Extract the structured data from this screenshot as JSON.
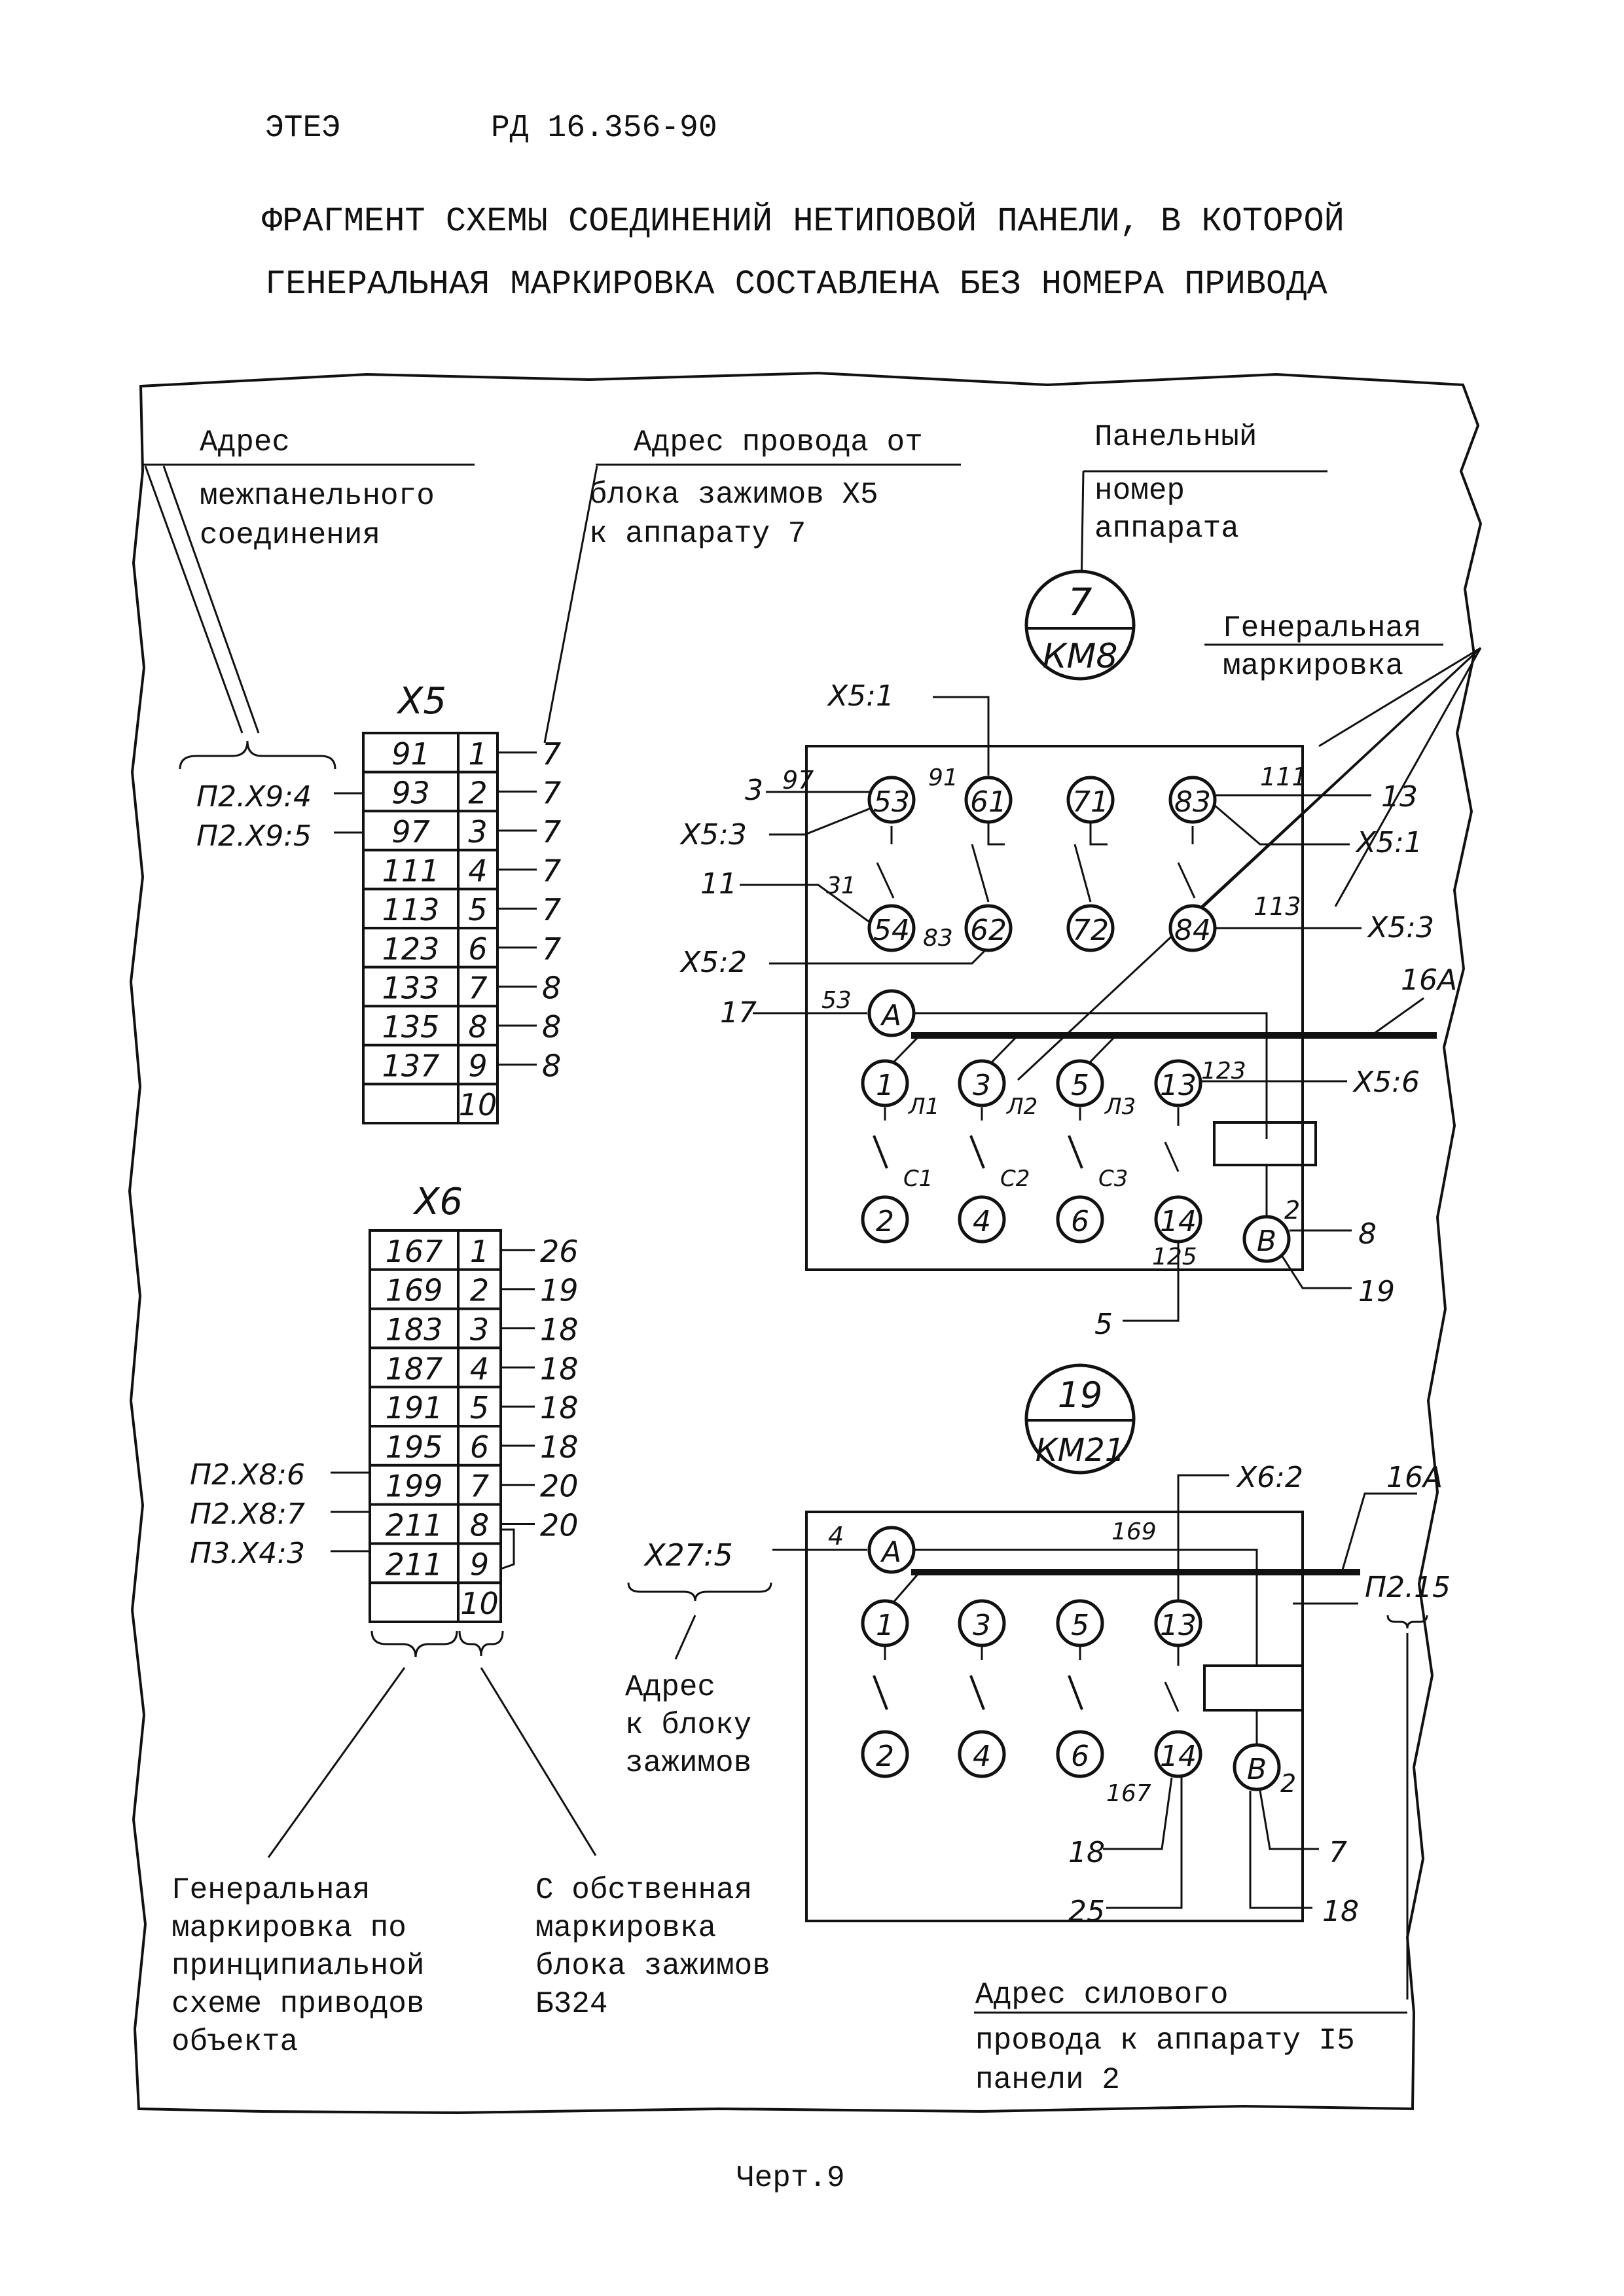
{
  "header": {
    "code_left": "ЭТЕЭ",
    "code_right": "РД 16.356-90",
    "title_line1": "ФРАГМЕНТ СХЕМЫ СОЕДИНЕНИЙ НЕТИПОВОЙ ПАНЕЛИ, В КОТОРОЙ",
    "title_line2": "ГЕНЕРАЛЬНАЯ МАРКИРОВКА СОСТАВЛЕНА БЕЗ НОМЕРА ПРИВОДА"
  },
  "annotations": {
    "interpanel_l1": "Адрес",
    "interpanel_l2": "межпанельного",
    "interpanel_l3": "соединения",
    "wire_l1": "Адрес провода от",
    "wire_l2": "блока зажимов Х5",
    "wire_l3": "к аппарату 7",
    "panel_l1": "Панельный",
    "panel_l2": "номер",
    "panel_l3": "аппарата",
    "general_l1": "Генеральная",
    "general_l2": "маркировка",
    "terminal_addr_l1": "Адрес",
    "terminal_addr_l2": "к блоку",
    "terminal_addr_l3": "зажимов",
    "gen_principal_l1": "Генеральная",
    "gen_principal_l2": "маркировка по",
    "gen_principal_l3": "принципиальной",
    "gen_principal_l4": "схеме приводов",
    "gen_principal_l5": "объекта",
    "own_mark_l1": "С обственная",
    "own_mark_l2": "маркировка",
    "own_mark_l3": "блока зажимов",
    "own_mark_l4": "Б324",
    "power_l1": "Адрес силового",
    "power_l2": "провода к аппарату I5",
    "power_l3": "панели 2"
  },
  "x5_block": {
    "label": "X5",
    "rows": [
      {
        "mark": "91",
        "num": "1",
        "out": "7"
      },
      {
        "mark": "93",
        "num": "2",
        "out": "7"
      },
      {
        "mark": "97",
        "num": "3",
        "out": "7"
      },
      {
        "mark": "111",
        "num": "4",
        "out": "7"
      },
      {
        "mark": "113",
        "num": "5",
        "out": "7"
      },
      {
        "mark": "123",
        "num": "6",
        "out": "7"
      },
      {
        "mark": "133",
        "num": "7",
        "out": "8"
      },
      {
        "mark": "135",
        "num": "8",
        "out": "8"
      },
      {
        "mark": "137",
        "num": "9",
        "out": "8"
      },
      {
        "mark": "",
        "num": "10",
        "out": ""
      }
    ],
    "left_labels": [
      "П2.Х9:4",
      "П2.Х9:5"
    ]
  },
  "x6_block": {
    "label": "X6",
    "rows": [
      {
        "mark": "167",
        "num": "1",
        "out": "26"
      },
      {
        "mark": "169",
        "num": "2",
        "out": "19"
      },
      {
        "mark": "183",
        "num": "3",
        "out": "18"
      },
      {
        "mark": "187",
        "num": "4",
        "out": "18"
      },
      {
        "mark": "191",
        "num": "5",
        "out": "18"
      },
      {
        "mark": "195",
        "num": "6",
        "out": "18"
      },
      {
        "mark": "199",
        "num": "7",
        "out": "20"
      },
      {
        "mark": "211",
        "num": "8",
        "out": "20"
      },
      {
        "mark": "211",
        "num": "9",
        "out": ""
      },
      {
        "mark": "",
        "num": "10",
        "out": ""
      }
    ],
    "left_labels": [
      "П2.Х8:6",
      "П2.Х8:7",
      "П3.Х4:3"
    ]
  },
  "km8": {
    "num": "7",
    "name": "КМ8",
    "x5_1_top": "X5:1",
    "left_3": "3",
    "left_x5_3": "X5:3",
    "left_11": "11",
    "left_x5_2": "X5:2",
    "left_17": "17",
    "left_5": "5",
    "w97": "97",
    "w91": "91",
    "w31": "31",
    "w83": "83",
    "w53": "53",
    "w111": "111",
    "w113": "113",
    "w123": "123",
    "w125": "125",
    "w2": "2",
    "w16A": "16А",
    "r13": "13",
    "r_x5_1": "X5:1",
    "r_x5_3": "X5:3",
    "r_x5_6": "X5:6",
    "r8": "8",
    "r19": "19",
    "contacts": {
      "c53": "53",
      "c61": "61",
      "c71": "71",
      "c83": "83",
      "c54": "54",
      "c62": "62",
      "c72": "72",
      "c84": "84"
    },
    "main": {
      "A": "A",
      "B": "B",
      "p1": "1",
      "p3": "3",
      "p5": "5",
      "p13": "13",
      "p2": "2",
      "p4": "4",
      "p6": "6",
      "p14": "14"
    },
    "phases": {
      "L1": "Л1",
      "L2": "Л2",
      "L3": "Л3",
      "C1": "С1",
      "C2": "С2",
      "C3": "С3"
    }
  },
  "km21": {
    "num": "19",
    "name": "КМ21",
    "x6_2": "X6:2",
    "w16A": "16А",
    "p2_15": "П2.15",
    "x27_5": "X27:5",
    "w4": "4",
    "w169": "169",
    "w167": "167",
    "w2": "2",
    "l18": "18",
    "l25": "25",
    "r7": "7",
    "r18": "18",
    "main": {
      "A": "A",
      "B": "B",
      "p1": "1",
      "p3": "3",
      "p5": "5",
      "p13": "13",
      "p2": "2",
      "p4": "4",
      "p6": "6",
      "p14": "14"
    }
  },
  "footer": {
    "caption": "Черт.9"
  }
}
